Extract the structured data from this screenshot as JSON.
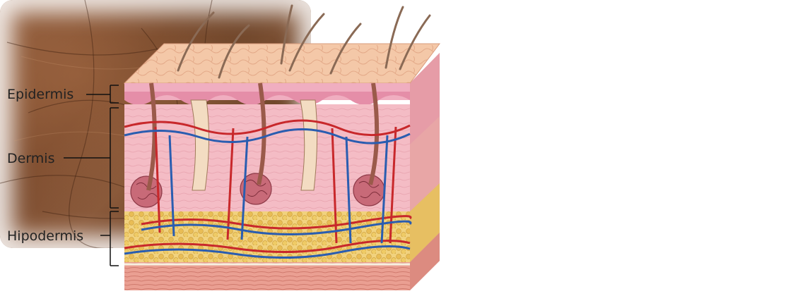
{
  "labels": {
    "epidermis": "Epidermis",
    "dermis": "Dermis",
    "hipodermis": "Hipodermis"
  },
  "colors": {
    "epidermis_top": "#f2c3a3",
    "dermis": "#f0b6c0",
    "hypodermis_fat": "#e8c46a",
    "muscle": "#e79a8e",
    "artery": "#c8282b",
    "vein": "#2a5db0",
    "hair": "#8a6a55",
    "leather": "#7a4a2d"
  },
  "icons": {
    "skin_diagram": "skin-cross-section-illustration",
    "leather": "leather-texture-photo"
  }
}
